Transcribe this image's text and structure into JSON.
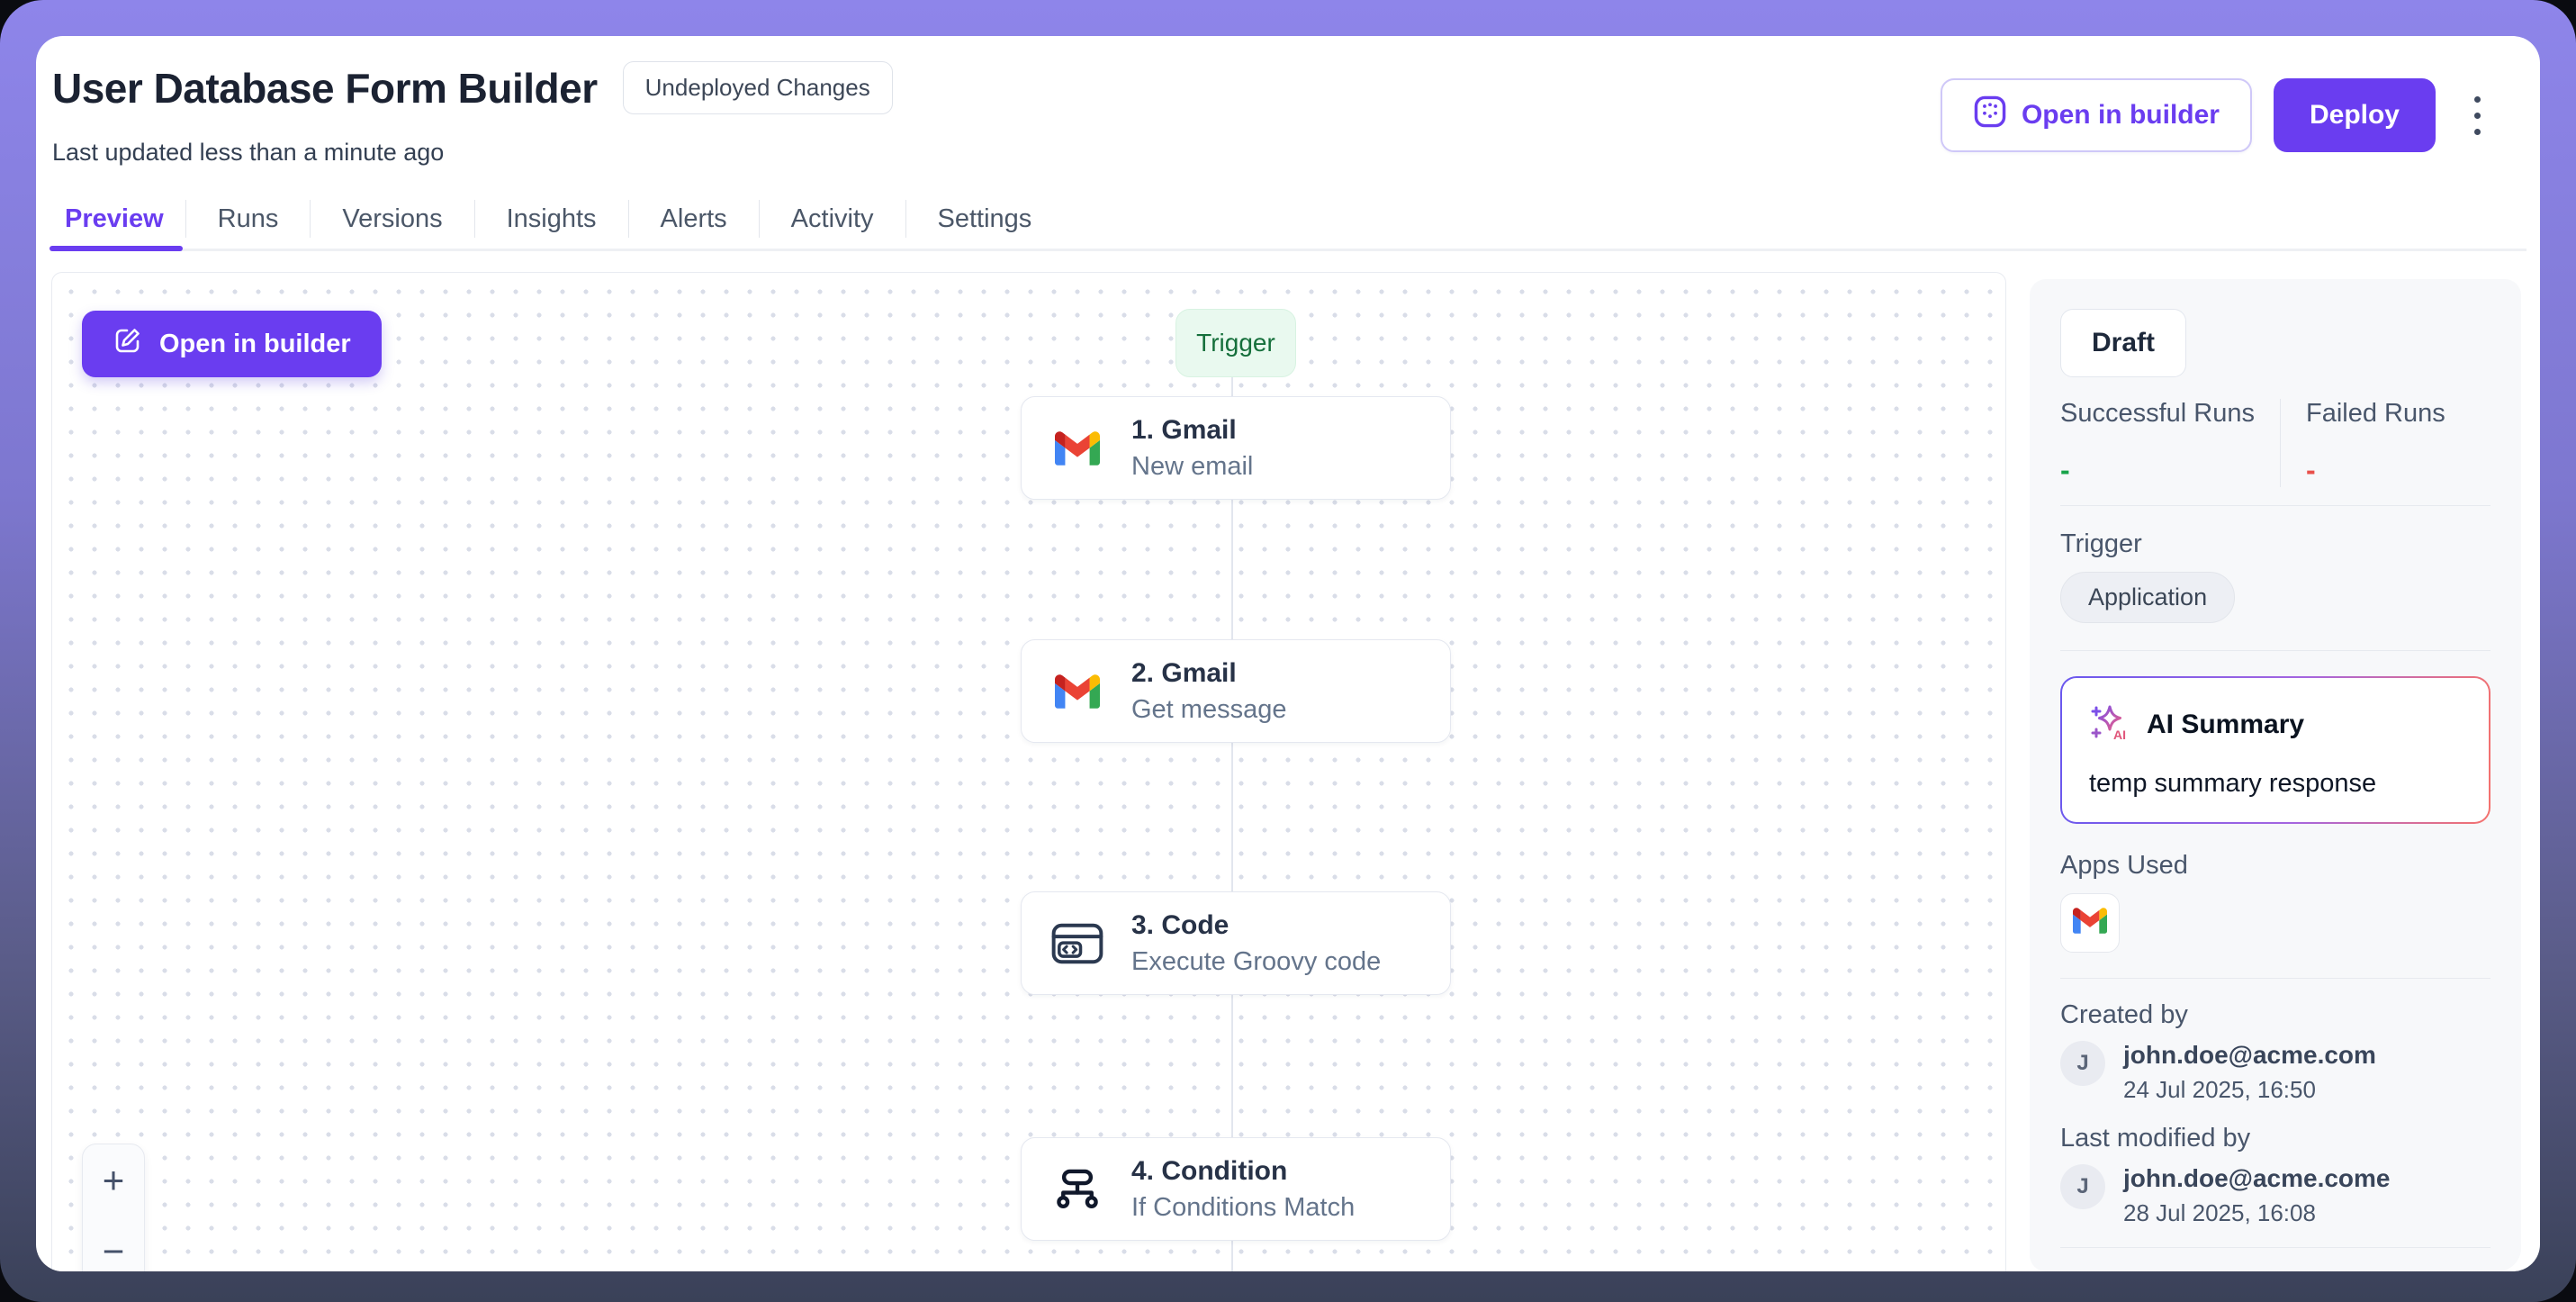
{
  "header": {
    "title": "User Database Form Builder",
    "status_badge": "Undeployed Changes",
    "last_updated": "Last updated less than a minute ago",
    "actions": {
      "open_in_builder": "Open in builder",
      "deploy": "Deploy"
    }
  },
  "tabs": [
    {
      "label": "Preview",
      "active": true
    },
    {
      "label": "Runs",
      "active": false
    },
    {
      "label": "Versions",
      "active": false
    },
    {
      "label": "Insights",
      "active": false
    },
    {
      "label": "Alerts",
      "active": false
    },
    {
      "label": "Activity",
      "active": false
    },
    {
      "label": "Settings",
      "active": false
    }
  ],
  "canvas": {
    "open_in_builder": "Open in builder",
    "trigger_badge": "Trigger",
    "nodes": [
      {
        "title": "1. Gmail",
        "subtitle": "New email",
        "icon": "gmail-icon"
      },
      {
        "title": "2. Gmail",
        "subtitle": "Get message",
        "icon": "gmail-icon"
      },
      {
        "title": "3. Code",
        "subtitle": "Execute Groovy code",
        "icon": "code-icon"
      },
      {
        "title": "4. Condition",
        "subtitle": "If Conditions Match",
        "icon": "condition-icon"
      }
    ],
    "zoom_in": "+",
    "zoom_out": "−"
  },
  "sidebar": {
    "status": "Draft",
    "runs": {
      "successful_label": "Successful Runs",
      "successful_value": "-",
      "failed_label": "Failed Runs",
      "failed_value": "-"
    },
    "trigger": {
      "label": "Trigger",
      "type": "Application"
    },
    "ai": {
      "title": "AI Summary",
      "body": "temp summary response"
    },
    "apps": {
      "label": "Apps Used",
      "items": [
        "gmail-icon"
      ]
    },
    "created": {
      "label": "Created by",
      "initial": "J",
      "email": "john.doe@acme.com",
      "date": "24 Jul 2025, 16:50"
    },
    "modified": {
      "label": "Last modified by",
      "initial": "J",
      "email": "john.doe@acme.come",
      "date": "28 Jul 2025, 16:08"
    }
  },
  "icons": {
    "builder-grid-icon": "rounded square with dot grid",
    "edit-pencil-icon": "square with pen",
    "kebab-icon": "three vertical dots",
    "gmail-icon": "Gmail M envelope logo",
    "code-icon": "browser window with code brackets",
    "condition-icon": "flowchart branch",
    "ai-sparkle-icon": "gradient sparkle with AI letters"
  },
  "colors": {
    "accent": "#6a3df0",
    "success": "#18a34a",
    "error": "#e8504a",
    "trigger_green_bg": "#e9f9ef",
    "trigger_green_text": "#156f3b",
    "sidebar_bg": "#f7f8fa",
    "backdrop_top": "#8e85ea",
    "backdrop_bottom": "#3a4158"
  }
}
